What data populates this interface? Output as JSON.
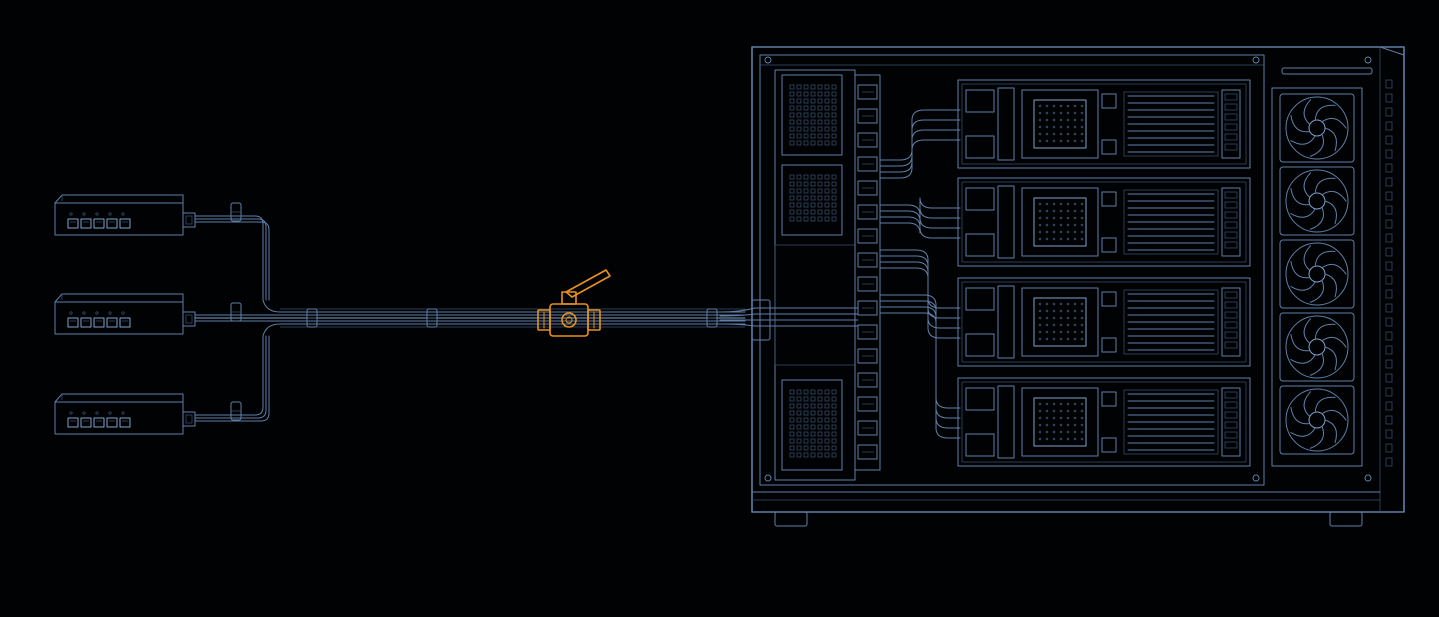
{
  "colors": {
    "background": "#010203",
    "line": "#5f7fa8",
    "line_dim": "#3b5573",
    "line_bright": "#7fa3cc",
    "accent_valve": "#e8921c"
  },
  "diagram": {
    "switch_count": 3,
    "switch_ports": 5,
    "compute_nodes": 4,
    "fans": 5,
    "components": {
      "switches": "network-switch-icon",
      "valve": "ball-valve-icon",
      "chassis": "server-chassis-icon",
      "fan": "fan-icon"
    }
  }
}
